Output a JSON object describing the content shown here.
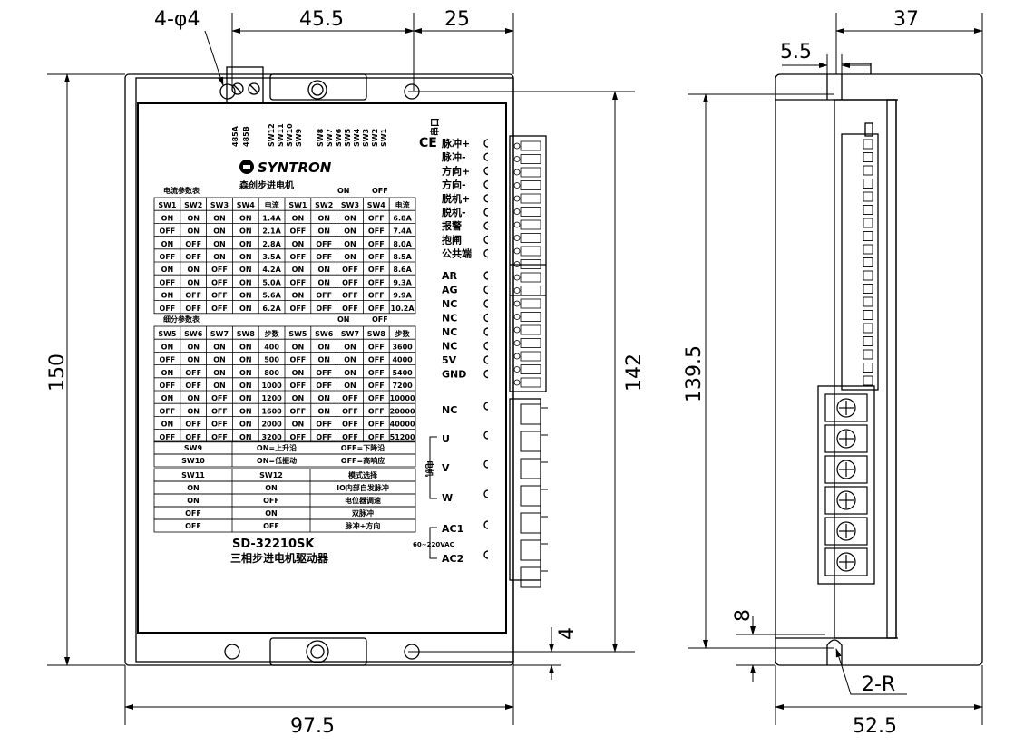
{
  "dimensions": {
    "holes": "4-φ4",
    "d45_5": "45.5",
    "d25": "25",
    "d37": "37",
    "d5_5": "5.5",
    "d150": "150",
    "d142": "142",
    "d139_5": "139.5",
    "d4": "4",
    "d8": "8",
    "d97_5": "97.5",
    "d52_5": "52.5",
    "r2": "2-R"
  },
  "logo": {
    "brand": "SYNTRON",
    "sub": "森创步进电机"
  },
  "top_labels": [
    "485A",
    "485B",
    "SW12",
    "SW11",
    "SW10",
    "SW9",
    "SW8",
    "SW7",
    "SW6",
    "SW5",
    "SW4",
    "SW3",
    "SW2",
    "SW1"
  ],
  "ce": "CE",
  "serial": "串口",
  "current_table": {
    "title": "电流参数表",
    "legend_on": "ON",
    "legend_off": "OFF",
    "headers": [
      "SW1",
      "SW2",
      "SW3",
      "SW4",
      "电流",
      "SW1",
      "SW2",
      "SW3",
      "SW4",
      "电流"
    ],
    "rows": [
      [
        "ON",
        "ON",
        "ON",
        "ON",
        "1.4A",
        "ON",
        "ON",
        "ON",
        "OFF",
        "6.8A"
      ],
      [
        "OFF",
        "ON",
        "ON",
        "ON",
        "2.1A",
        "OFF",
        "ON",
        "ON",
        "OFF",
        "7.4A"
      ],
      [
        "ON",
        "OFF",
        "ON",
        "ON",
        "2.8A",
        "ON",
        "OFF",
        "ON",
        "OFF",
        "8.0A"
      ],
      [
        "OFF",
        "OFF",
        "ON",
        "ON",
        "3.5A",
        "OFF",
        "OFF",
        "ON",
        "OFF",
        "8.5A"
      ],
      [
        "ON",
        "ON",
        "OFF",
        "ON",
        "4.2A",
        "ON",
        "ON",
        "OFF",
        "OFF",
        "8.6A"
      ],
      [
        "OFF",
        "ON",
        "OFF",
        "ON",
        "5.0A",
        "OFF",
        "ON",
        "OFF",
        "OFF",
        "9.3A"
      ],
      [
        "ON",
        "OFF",
        "OFF",
        "ON",
        "5.6A",
        "ON",
        "OFF",
        "OFF",
        "OFF",
        "9.9A"
      ],
      [
        "OFF",
        "OFF",
        "OFF",
        "ON",
        "6.2A",
        "OFF",
        "OFF",
        "OFF",
        "OFF",
        "10.2A"
      ]
    ]
  },
  "microstep_table": {
    "title": "细分参数表",
    "legend_on": "ON",
    "legend_off": "OFF",
    "headers": [
      "SW5",
      "SW6",
      "SW7",
      "SW8",
      "步数",
      "SW5",
      "SW6",
      "SW7",
      "SW8",
      "步数"
    ],
    "rows": [
      [
        "ON",
        "ON",
        "ON",
        "ON",
        "400",
        "ON",
        "ON",
        "ON",
        "OFF",
        "3600"
      ],
      [
        "OFF",
        "ON",
        "ON",
        "ON",
        "500",
        "OFF",
        "ON",
        "ON",
        "OFF",
        "4000"
      ],
      [
        "ON",
        "OFF",
        "ON",
        "ON",
        "800",
        "ON",
        "OFF",
        "ON",
        "OFF",
        "5400"
      ],
      [
        "OFF",
        "OFF",
        "ON",
        "ON",
        "1000",
        "OFF",
        "OFF",
        "ON",
        "OFF",
        "7200"
      ],
      [
        "ON",
        "ON",
        "OFF",
        "ON",
        "1200",
        "ON",
        "ON",
        "OFF",
        "OFF",
        "10000"
      ],
      [
        "OFF",
        "ON",
        "OFF",
        "ON",
        "1600",
        "OFF",
        "ON",
        "OFF",
        "OFF",
        "20000"
      ],
      [
        "ON",
        "OFF",
        "OFF",
        "ON",
        "2000",
        "ON",
        "OFF",
        "OFF",
        "OFF",
        "40000"
      ],
      [
        "OFF",
        "OFF",
        "OFF",
        "ON",
        "3200",
        "OFF",
        "OFF",
        "OFF",
        "OFF",
        "51200"
      ]
    ]
  },
  "sw9_row": [
    "SW9",
    "ON=上升沿",
    "OFF=下降沿"
  ],
  "sw10_row": [
    "SW10",
    "ON=低振动",
    "OFF=高响应"
  ],
  "mode_table": {
    "headers": [
      "SW11",
      "SW12",
      "模式选择"
    ],
    "rows": [
      [
        "ON",
        "ON",
        "IO内部自发脉冲"
      ],
      [
        "ON",
        "OFF",
        "电位器调速"
      ],
      [
        "OFF",
        "ON",
        "双脉冲"
      ],
      [
        "OFF",
        "OFF",
        "脉冲+方向"
      ]
    ]
  },
  "model": "SD-32210SK",
  "model_desc": "三相步进电机驱动器",
  "signal_labels": [
    "脉冲+",
    "脉冲-",
    "方向+",
    "方向-",
    "脱机+",
    "脱机-",
    "报警",
    "抱闸",
    "公共端"
  ],
  "aux_labels": [
    "AR",
    "AG",
    "NC",
    "NC",
    "NC",
    "NC",
    "5V",
    "GND"
  ],
  "power_labels": {
    "nc": "NC",
    "u": "U",
    "v": "V",
    "w": "W",
    "motor": "电机",
    "ac1": "AC1",
    "ac2": "AC2",
    "voltage": "60~220VAC"
  }
}
